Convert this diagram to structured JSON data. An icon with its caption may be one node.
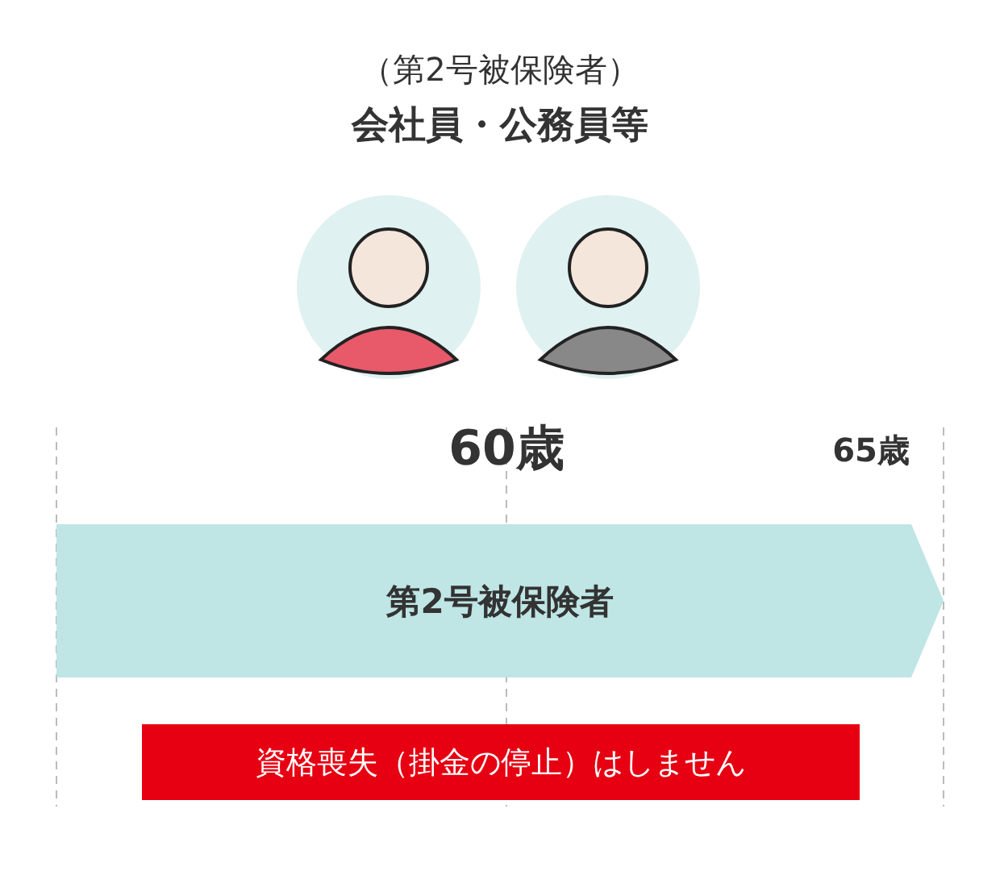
{
  "diagram": {
    "title": "会社員・公務員等",
    "nodes": [
      {
        "text": [
          "第2号被保険者"
        ]
      },
      {
        "text": [
          "資格喪失（掛金の停止）はしません"
        ]
      }
    ],
    "labels": [
      "（第2号被保険者）",
      "60歳",
      "65歳"
    ]
  }
}
